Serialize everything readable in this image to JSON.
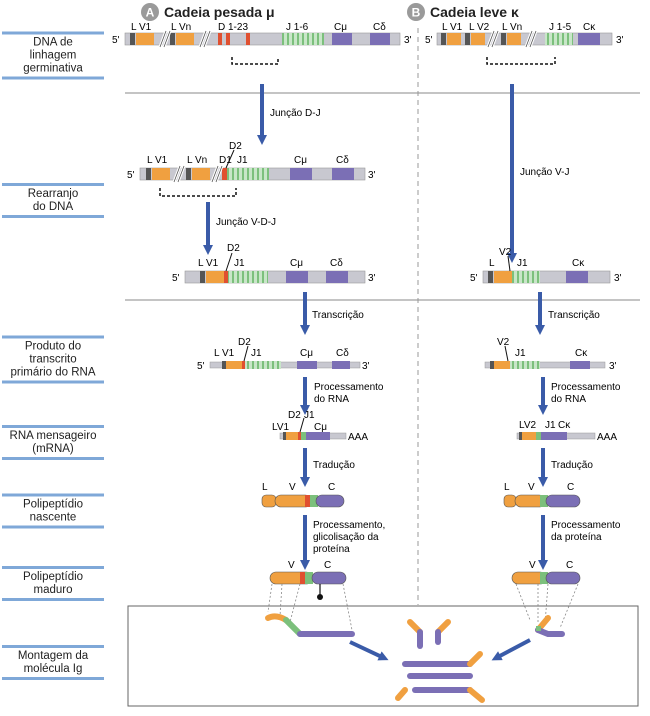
{
  "colors": {
    "orange": "#F0A040",
    "purple": "#7B6FB5",
    "green_light": "#A8D8A8",
    "green_stripe": "#6BB36B",
    "gray_bar": "#C8C8D0",
    "dark_gray": "#555555",
    "red": "#E05030",
    "arrow_blue": "#3A5BA8",
    "step_bar": "#7FA8D8",
    "rule": "#888888"
  },
  "panels": {
    "a": {
      "badge": "A",
      "title": "Cadeia pesada μ"
    },
    "b": {
      "badge": "B",
      "title": "Cadeia leve κ"
    }
  },
  "steps": [
    {
      "label_lines": [
        "DNA de",
        "linhagem",
        "germinativa"
      ]
    },
    {
      "label_lines": [
        "Rearranjo",
        "do DNA"
      ]
    },
    {
      "label_lines": [
        "Produto do",
        "transcrito",
        "primário do RNA"
      ]
    },
    {
      "label_lines": [
        "RNA mensageiro",
        "(mRNA)"
      ]
    },
    {
      "label_lines": [
        "Polipeptídio",
        "nascente"
      ]
    },
    {
      "label_lines": [
        "Polipeptídio",
        "maduro"
      ]
    },
    {
      "label_lines": [
        "Montagem da",
        "molécula Ig"
      ]
    }
  ],
  "heavy": {
    "germline_labels": {
      "lv1": "L V1",
      "lvn": "L Vn",
      "d": "D 1-23",
      "j": "J 1-6",
      "cmu": "Cμ",
      "cdelta": "Cδ"
    },
    "dj_label": "Junção D-J",
    "dj_labels": {
      "lv1": "L V1",
      "lvn": "L Vn",
      "d1": "D1",
      "d2": "D2",
      "j1": "J1",
      "cmu": "Cμ",
      "cdelta": "Cδ"
    },
    "vdj_label": "Junção V-D-J",
    "vdj_labels": {
      "lv1": "L V1",
      "d2": "D2",
      "j1": "J1",
      "cmu": "Cμ",
      "cdelta": "Cδ"
    },
    "transcription_label": "Transcrição",
    "rna_labels": {
      "lv1": "L V1",
      "d2": "D2",
      "j1": "J1",
      "cmu": "Cμ",
      "cdelta": "Cδ"
    },
    "processing_rna_lines": [
      "Processamento",
      "do RNA"
    ],
    "mrna_labels": {
      "lv1": "LV1",
      "d2": "D2",
      "j1": "J1",
      "cmu": "Cμ",
      "polya": "AAA"
    },
    "translation_label": "Tradução",
    "nascent_labels": {
      "l": "L",
      "v": "V",
      "c": "C"
    },
    "protein_processing_lines": [
      "Processamento,",
      "glicolisação da",
      "proteína"
    ],
    "mature_labels": {
      "v": "V",
      "c": "C"
    }
  },
  "light": {
    "germline_labels": {
      "lv1": "L V1",
      "lv2": "L V2",
      "lvn": "L Vn",
      "j": "J 1-5",
      "ck": "Cκ"
    },
    "vj_label": "Junção V-J",
    "vj_labels": {
      "l": "L",
      "v2": "V2",
      "j1": "J1",
      "ck": "Cκ"
    },
    "transcription_label": "Transcrição",
    "rna_labels": {
      "v2": "V2",
      "j1": "J1",
      "ck": "Cκ"
    },
    "processing_rna_lines": [
      "Processamento",
      "do RNA"
    ],
    "mrna_labels": {
      "lv2": "LV2",
      "j1": "J1",
      "ck": "Cκ",
      "polya": "AAA"
    },
    "translation_label": "Tradução",
    "nascent_labels": {
      "l": "L",
      "v": "V",
      "c": "C"
    },
    "protein_processing_lines": [
      "Processamento",
      "da proteína"
    ],
    "mature_labels": {
      "v": "V",
      "c": "C"
    }
  },
  "strand_ends": {
    "five": "5'",
    "three": "3'"
  }
}
